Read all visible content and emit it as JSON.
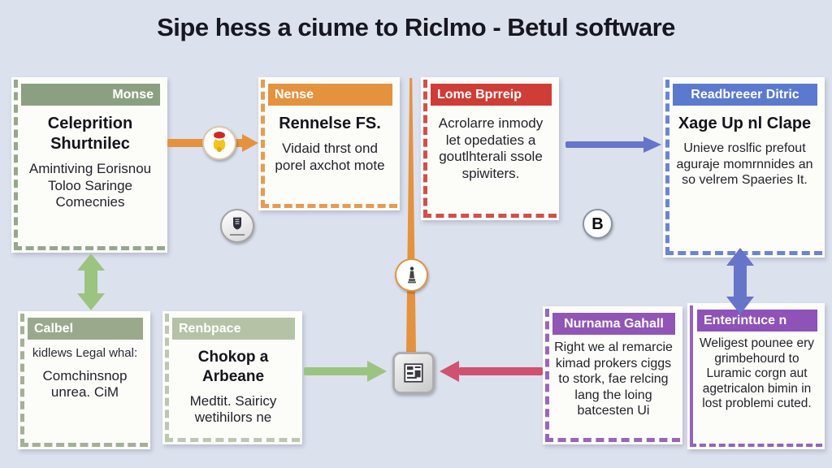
{
  "title": "Sipe hess a ciume to Riclmo - Betul software",
  "boxes": [
    {
      "id": "monse",
      "header": "Monse",
      "title_text": "Celeprition Shurtnilec",
      "body_text": "Amintiving Eorisnou Toloo Saringe Comecnies",
      "accent": "#8ba081"
    },
    {
      "id": "nense",
      "header": "Nense",
      "title_text": "Rennelse FS.",
      "body_text": "Vidaid thrst ond porel axchot mote",
      "accent": "#e5923f"
    },
    {
      "id": "lome-bprreip",
      "header": "Lome Bprreip",
      "body_text": "Acrolarre inmody let opedaties a goutlhterali ssole spiwiters.",
      "accent": "#cf3d36"
    },
    {
      "id": "readbreeer-ditric",
      "header": "Readbreeer Ditric",
      "title_text": "Xage Up nl Clape",
      "body_text": "Unieve roslfic prefout aguraje momrnnides an so velrem Spaeries It.",
      "accent": "#5b79cf"
    },
    {
      "id": "calbel",
      "header": "Calbel",
      "sub_text": "kidlews Legal whal:",
      "body_text": "Comchinsnop unrea. CiM",
      "accent": "#9aa98c"
    },
    {
      "id": "renbpace",
      "header": "Renbpace",
      "title_text": "Chokop a Arbeane",
      "body_text": "Medtit. Sairicy wetihilors ne",
      "accent": "#b5c2a6"
    },
    {
      "id": "nurnama-gahall",
      "header": "Nurnama Gahall",
      "body_text": "Right we al remarcie kimad prokers ciggs to stork, fae relcing lang the loing batcesten Ui",
      "accent": "#9055b5"
    },
    {
      "id": "enterintuce-n",
      "header": "Enterintuce n",
      "body_text": "Weligest pounee ery grimbehourd to Luramic corgn aut agetricalon bimin in lost problemi cuted.",
      "accent": "#8e52b8"
    }
  ],
  "icons": {
    "b_badge_label": "B",
    "flame_badge": "flame-figure-badge",
    "emblem_badge": "shield-emblem-badge",
    "statue_badge": "statue-figure-badge",
    "center_badge": "window-panel-badge"
  },
  "colors": {
    "background": "#dce1ee",
    "title_text": "#17171f",
    "green_header": "#8ba081",
    "pale_green_header": "#b5c2a6",
    "orange": "#e5923f",
    "red": "#cf3d36",
    "blue_header": "#5b79cf",
    "purple": "#9055b5",
    "arrow_green": "#9cc481",
    "arrow_pink": "#cf5270",
    "arrow_blue": "#6674c9",
    "arrow_orange": "#e5923f"
  }
}
